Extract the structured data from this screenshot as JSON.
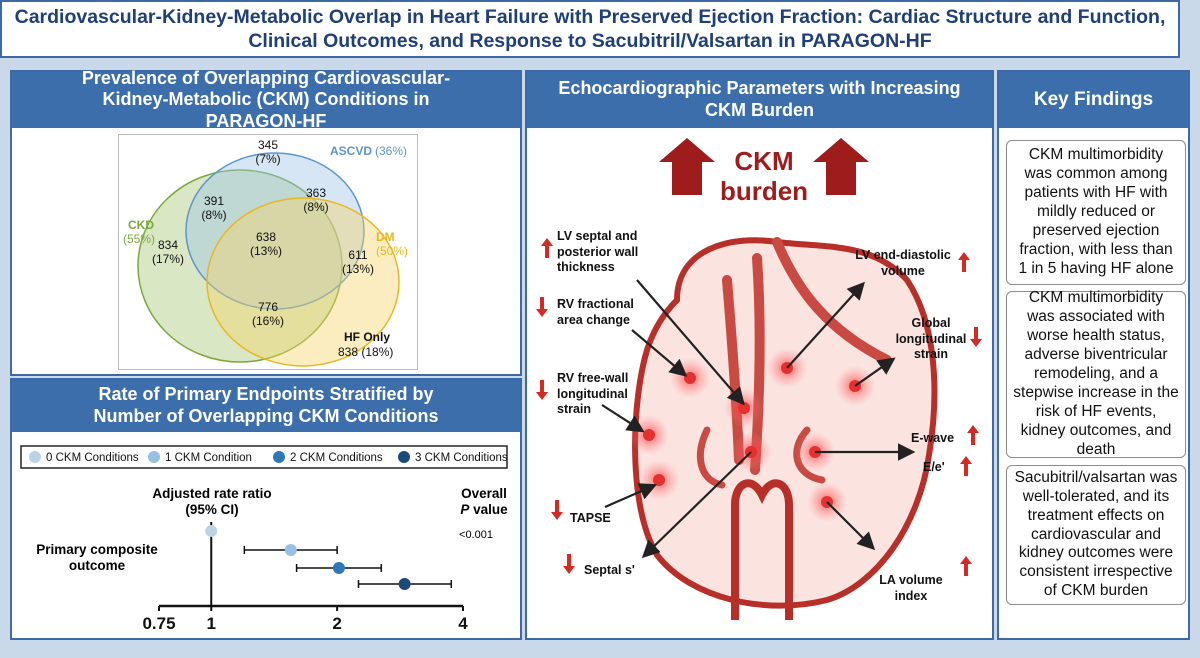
{
  "title": "Cardiovascular-Kidney-Metabolic Overlap in Heart Failure with Preserved Ejection Fraction: Cardiac Structure and Function, Clinical Outcomes, and Response to Sacubitril/Valsartan in PARAGON-HF",
  "prevalence": {
    "header": "Prevalence of Overlapping Cardiovascular-Kidney-Metabolic (CKM) Conditions in PARAGON-HF",
    "sets": [
      {
        "name": "CKD",
        "pct": "(55%)",
        "color": "#7aa83c"
      },
      {
        "name": "ASCVD",
        "pct": "(36%)",
        "color": "#5b96cc"
      },
      {
        "name": "DM",
        "pct": "(50%)",
        "color": "#e8b820"
      }
    ],
    "regions": [
      {
        "count": "345",
        "pct": "(7%)"
      },
      {
        "count": "391",
        "pct": "(8%)"
      },
      {
        "count": "363",
        "pct": "(8%)"
      },
      {
        "count": "834",
        "pct": "(17%)"
      },
      {
        "count": "638",
        "pct": "(13%)"
      },
      {
        "count": "611",
        "pct": "(13%)"
      },
      {
        "count": "776",
        "pct": "(16%)"
      }
    ],
    "hf_only_label": "HF Only",
    "hf_only_value": "838 (18%)"
  },
  "endpoints": {
    "header": "Rate of Primary Endpoints Stratified by Number of Overlapping CKM Conditions",
    "legend": [
      {
        "label": "0 CKM Conditions",
        "color": "#bcd3e6"
      },
      {
        "label": "1 CKM Condition",
        "color": "#98c0e2"
      },
      {
        "label": "2 CKM Conditions",
        "color": "#2f78b8"
      },
      {
        "label": "3 CKM Conditions",
        "color": "#1b4a78"
      }
    ],
    "col_rate": "Adjusted rate ratio",
    "col_ci": "(95% CI)",
    "col_overall": "Overall",
    "col_p_italic": "P",
    "col_p_rest": " value",
    "p_value": "<0.001",
    "row_label_1": "Primary composite",
    "row_label_2": "outcome"
  },
  "chart_data": {
    "type": "scatter",
    "x_scale": "log",
    "xlim": [
      0.75,
      4
    ],
    "ticks": [
      "0.75",
      "1",
      "2",
      "4"
    ],
    "reference": 1,
    "series": [
      {
        "name": "0 CKM Conditions",
        "estimate": 1.0,
        "lower": 1.0,
        "upper": 1.0
      },
      {
        "name": "1 CKM Condition",
        "estimate": 1.55,
        "lower": 1.2,
        "upper": 2.0
      },
      {
        "name": "2 CKM Conditions",
        "estimate": 2.02,
        "lower": 1.6,
        "upper": 2.55
      },
      {
        "name": "3 CKM Conditions",
        "estimate": 2.9,
        "lower": 2.25,
        "upper": 3.75
      }
    ]
  },
  "echo": {
    "header": "Echocardiographic Parameters with Increasing CKM Burden",
    "burden_1": "CKM",
    "burden_2": "burden",
    "labels": [
      {
        "text": "LV septal and posterior wall thickness",
        "arrow": "up"
      },
      {
        "text": "RV fractional area change",
        "arrow": "down"
      },
      {
        "text": "RV free-wall longitudinal strain",
        "arrow": "down"
      },
      {
        "text": "TAPSE",
        "arrow": "down"
      },
      {
        "text": "Septal s'",
        "arrow": "down"
      },
      {
        "text": "LV end-diastolic volume",
        "arrow": "up"
      },
      {
        "text": "Global longitudinal strain",
        "arrow": "down"
      },
      {
        "text": "E-wave",
        "arrow": "up"
      },
      {
        "text": "E/e'",
        "arrow": "up"
      },
      {
        "text": "LA volume index",
        "arrow": "up"
      }
    ]
  },
  "findings": {
    "header": "Key Findings",
    "items": [
      "CKM multimorbidity was common among patients with HF with mildly reduced or preserved ejection fraction, with less than 1 in 5 having HF alone",
      "CKM multimorbidity was associated with worse health status, adverse biventricular remodeling, and a stepwise increase in the risk of HF events, kidney outcomes, and death",
      "Sacubitril/valsartan was well-tolerated, and its treatment effects on cardiovascular and kidney outcomes were consistent irrespective of CKM burden"
    ]
  },
  "colors": {
    "header": "#3b6eab",
    "border": "#3d6aa6",
    "arrow_red": "#d42a24",
    "burden_red": "#9e1c1c"
  }
}
